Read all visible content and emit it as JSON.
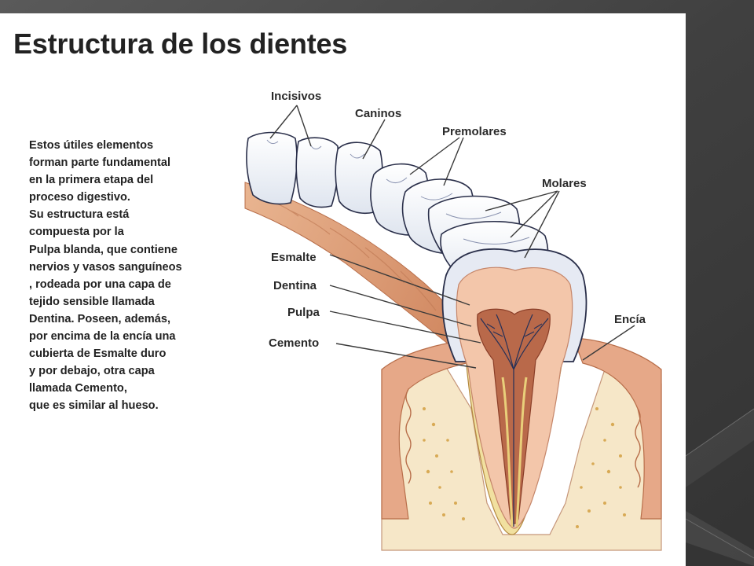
{
  "title": "Estructura de los dientes",
  "description_lines": [
    "Estos útiles elementos",
    "forman parte fundamental",
    "en la primera etapa del",
    "proceso digestivo.",
    "Su estructura está",
    "compuesta por la",
    "Pulpa blanda,  que contiene",
    "nervios y vasos sanguíneos",
    ", rodeada por una capa de",
    "tejido sensible llamada",
    "Dentina. Poseen, además,",
    "por encima de la encía una",
    "cubierta de Esmalte duro",
    "y por debajo, otra capa",
    "llamada Cemento,",
    "que es similar al hueso."
  ],
  "labels": {
    "incisivos": "Incisivos",
    "caninos": "Caninos",
    "premolares": "Premolares",
    "molares": "Molares",
    "esmalte": "Esmalte",
    "dentina": "Dentina",
    "pulpa": "Pulpa",
    "cemento": "Cemento",
    "encia": "Encía"
  },
  "colors": {
    "background": "#3a3a3a",
    "slide": "#ffffff",
    "tooth_enamel": "#eef1f7",
    "tooth_outline": "#2a2f4a",
    "gum": "#dfa07e",
    "bone": "#f6e7c8",
    "pulp": "#b9694a",
    "dentin": "#f3c6aa",
    "cementum": "#f1e0a0"
  }
}
